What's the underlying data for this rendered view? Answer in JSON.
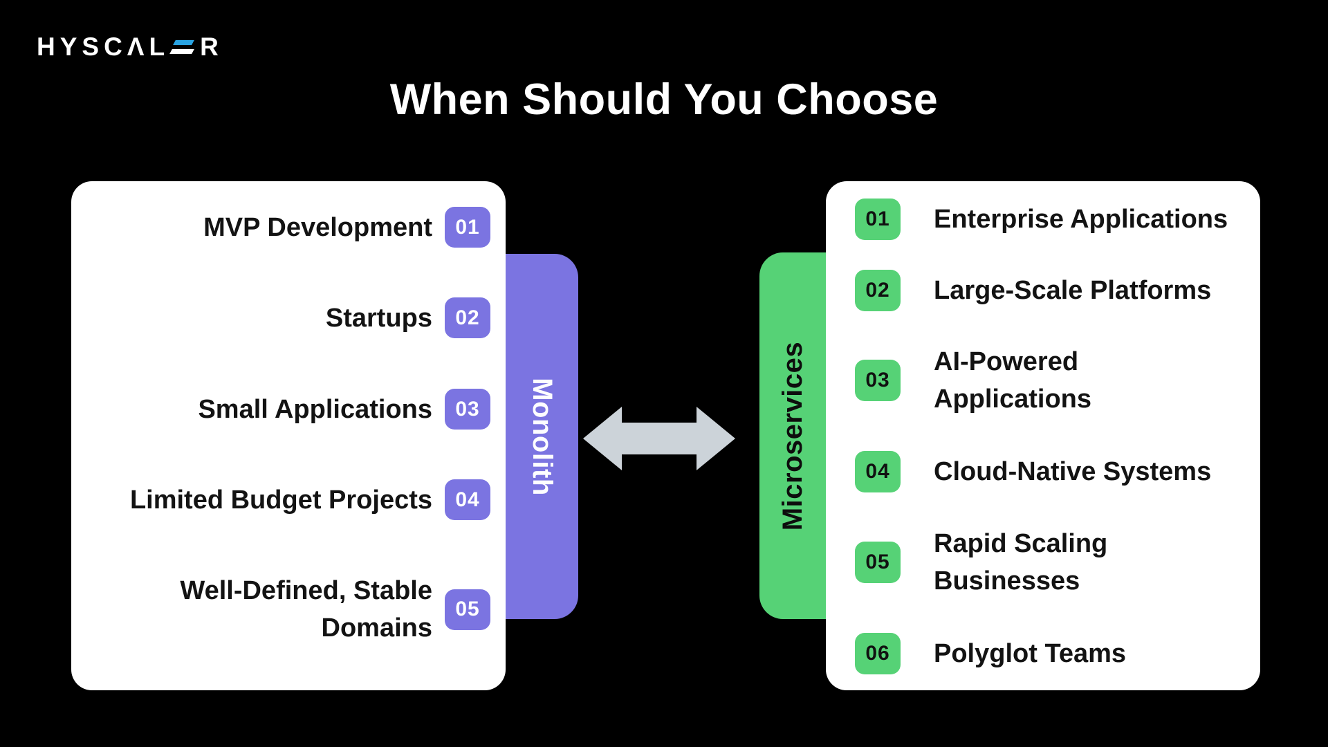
{
  "logo": {
    "part1": "HYSCΛL",
    "part2": "R",
    "bar_accent_color": "#29a3e2"
  },
  "title": "When Should You Choose",
  "left_card": {
    "panel_label": "Monolith",
    "accent": "#7b74e1",
    "badge_text_color": "#ffffff",
    "items": [
      {
        "num": "01",
        "lines": [
          "MVP Development"
        ]
      },
      {
        "num": "02",
        "lines": [
          "Startups"
        ]
      },
      {
        "num": "03",
        "lines": [
          "Small Applications"
        ]
      },
      {
        "num": "04",
        "lines": [
          "Limited Budget Projects"
        ]
      },
      {
        "num": "05",
        "lines": [
          "Well-Defined, Stable",
          "Domains"
        ]
      }
    ]
  },
  "right_card": {
    "panel_label": "Microservices",
    "accent": "#56d276",
    "badge_text_color": "#111111",
    "items": [
      {
        "num": "01",
        "lines": [
          "Enterprise Applications"
        ]
      },
      {
        "num": "02",
        "lines": [
          "Large-Scale Platforms"
        ]
      },
      {
        "num": "03",
        "lines": [
          "AI-Powered",
          "Applications"
        ]
      },
      {
        "num": "04",
        "lines": [
          "Cloud-Native Systems"
        ]
      },
      {
        "num": "05",
        "lines": [
          "Rapid Scaling",
          "Businesses"
        ]
      },
      {
        "num": "06",
        "lines": [
          "Polyglot Teams"
        ]
      }
    ]
  },
  "arrow": {
    "icon": "double-arrow-icon",
    "color": "#ccd3d9"
  },
  "colors": {
    "background": "#000000",
    "card": "#ffffff",
    "item_text": "#131313",
    "title_text": "#ffffff"
  }
}
